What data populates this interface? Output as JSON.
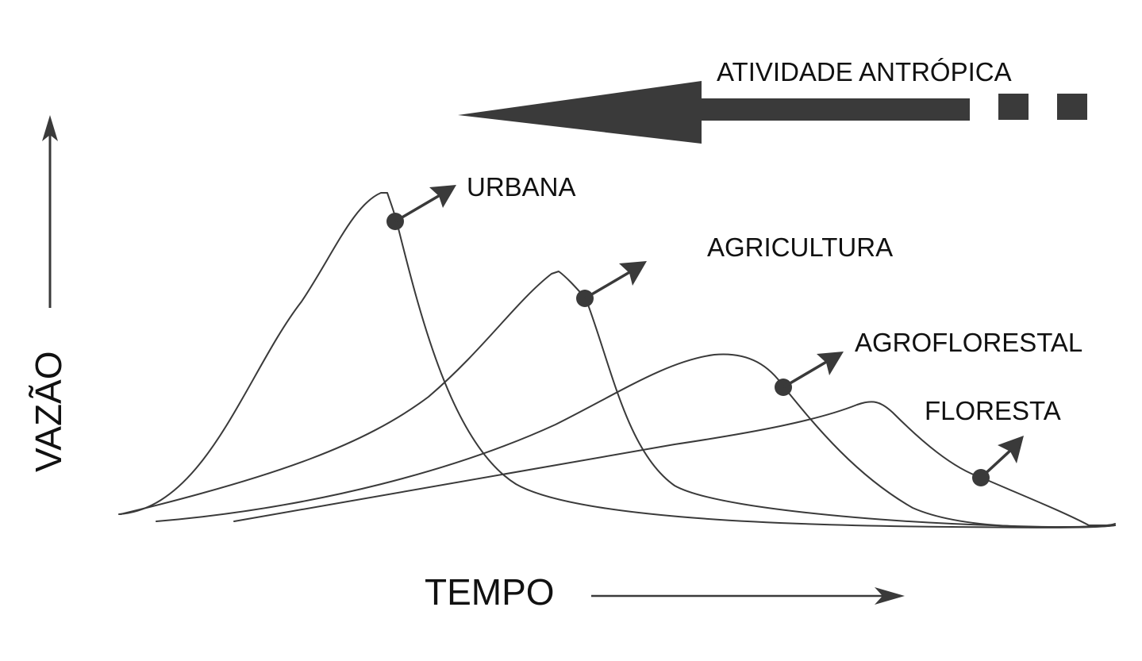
{
  "diagram": {
    "anthropic_activity_label": "ATIVIDADE ANTRÓPICA",
    "y_axis_label": "VAZÃO",
    "x_axis_label": "TEMPO",
    "curves": [
      {
        "id": "urbana",
        "label": "URBANA"
      },
      {
        "id": "agricultura",
        "label": "AGRICULTURA"
      },
      {
        "id": "agroflorestal",
        "label": "AGROFLORESTAL"
      },
      {
        "id": "floresta",
        "label": "FLORESTA"
      }
    ]
  },
  "colors": {
    "line": "#3a3a3a",
    "text": "#111111",
    "background": "#ffffff"
  }
}
